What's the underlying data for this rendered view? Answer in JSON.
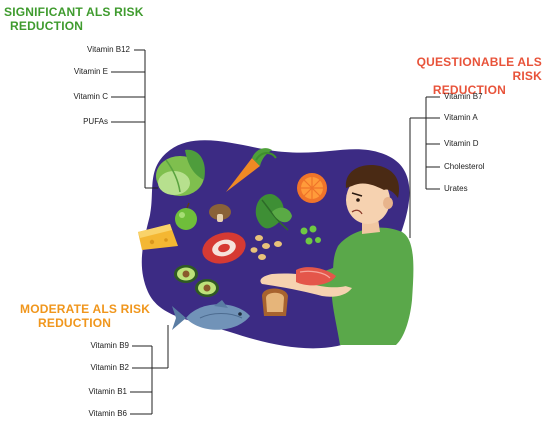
{
  "groups": {
    "significant": {
      "title_line1": "SIGNIFICANT ALS RISK",
      "title_line2": "REDUCTION",
      "color": "#3f9b2e",
      "items": [
        "Vitamin B12",
        "Vitamin E",
        "Vitamin C",
        "PUFAs"
      ]
    },
    "questionable": {
      "title_line1": "QUESTIONABLE ALS RISK",
      "title_line2": "REDUCTION",
      "color": "#e8533a",
      "items": [
        "Vitamin B7",
        "Vitamin A",
        "Vitamin D",
        "Cholesterol",
        "Urates"
      ]
    },
    "moderate": {
      "title_line1": "MODERATE ALS RISK",
      "title_line2": "REDUCTION",
      "color": "#f0961c",
      "items": [
        "Vitamin B9",
        "Vitamin B2",
        "Vitamin B1",
        "Vitamin B6"
      ]
    }
  },
  "icons": [
    "cabbage-icon",
    "carrot-icon",
    "orange-slice-icon",
    "apple-icon",
    "mushroom-icon",
    "spinach-icon",
    "peas-icon",
    "cheese-icon",
    "steak-icon",
    "nuts-icon",
    "avocado-icon",
    "fish-icon",
    "bread-icon",
    "person-icon"
  ],
  "colors": {
    "blob": "#3c2b84",
    "line": "#222222"
  }
}
